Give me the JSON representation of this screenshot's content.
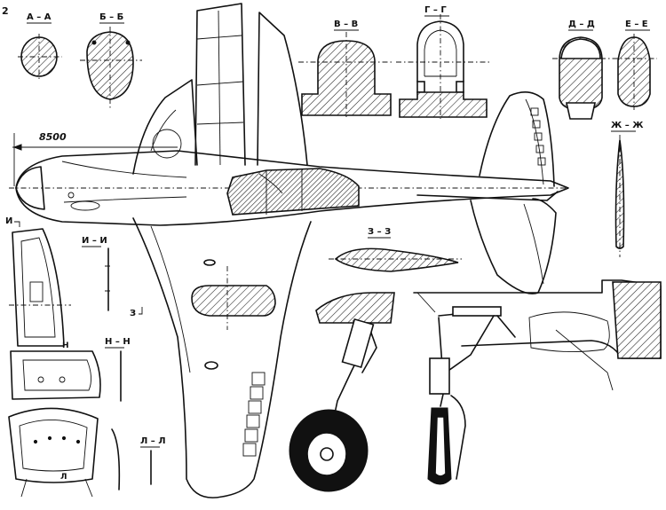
{
  "page_number": "2",
  "dimension": "8500",
  "sections": {
    "aa": "А – А",
    "bb": "Б – Б",
    "vv": "В – В",
    "gg": "Г – Г",
    "dd": "Д – Д",
    "ee": "Е – Е",
    "zhzh": "Ж – Ж",
    "zz": "З – З",
    "ii": "И – И",
    "nn": "Н – Н",
    "ll": "Л – Л"
  },
  "markers": {
    "z": "З",
    "i": "И",
    "n": "Н",
    "l": "Л"
  }
}
